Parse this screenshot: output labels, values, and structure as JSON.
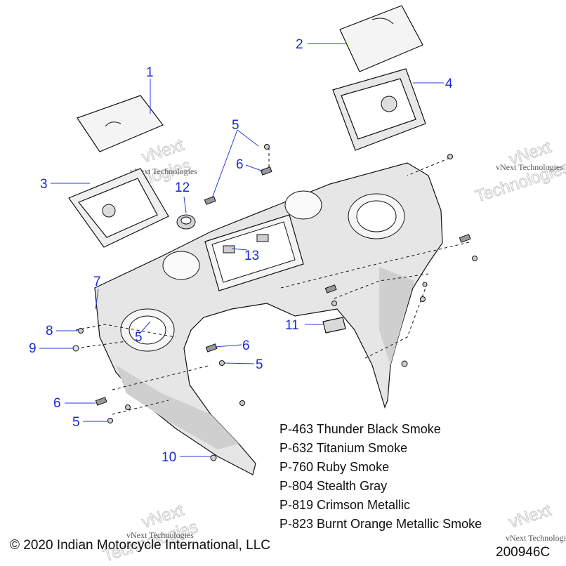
{
  "callouts": [
    {
      "id": "c1",
      "text": "1"
    },
    {
      "id": "c2",
      "text": "2"
    },
    {
      "id": "c3",
      "text": "3"
    },
    {
      "id": "c4",
      "text": "4"
    },
    {
      "id": "c5a",
      "text": "5"
    },
    {
      "id": "c6a",
      "text": "6"
    },
    {
      "id": "c12",
      "text": "12"
    },
    {
      "id": "c13",
      "text": "13"
    },
    {
      "id": "c7",
      "text": "7"
    },
    {
      "id": "c8",
      "text": "8"
    },
    {
      "id": "c9",
      "text": "9"
    },
    {
      "id": "c5b",
      "text": "5"
    },
    {
      "id": "c6b",
      "text": "6"
    },
    {
      "id": "c5c",
      "text": "5"
    },
    {
      "id": "c11",
      "text": "11"
    },
    {
      "id": "c6c",
      "text": "6"
    },
    {
      "id": "c5d",
      "text": "5"
    },
    {
      "id": "c10",
      "text": "10"
    }
  ],
  "legend": [
    "P-463 Thunder Black Smoke",
    "P-632 Titanium Smoke",
    "P-760 Ruby Smoke",
    "P-804 Stealth Gray",
    "P-819 Crimson Metallic",
    "P-823 Burnt Orange Metallic Smoke"
  ],
  "watermark": {
    "name": "vNext Technologies",
    "line1": "vNext",
    "line2": "Technologies"
  },
  "copyright": "© 2020 Indian Motorcycle International, LLC",
  "figure_id": "200946C",
  "colors": {
    "callout": "#1a2bd6",
    "linework": "#111111",
    "part_light": "#f2f2f2",
    "part_mid": "#d9d9d9",
    "part_dark": "#bdbdbd"
  }
}
